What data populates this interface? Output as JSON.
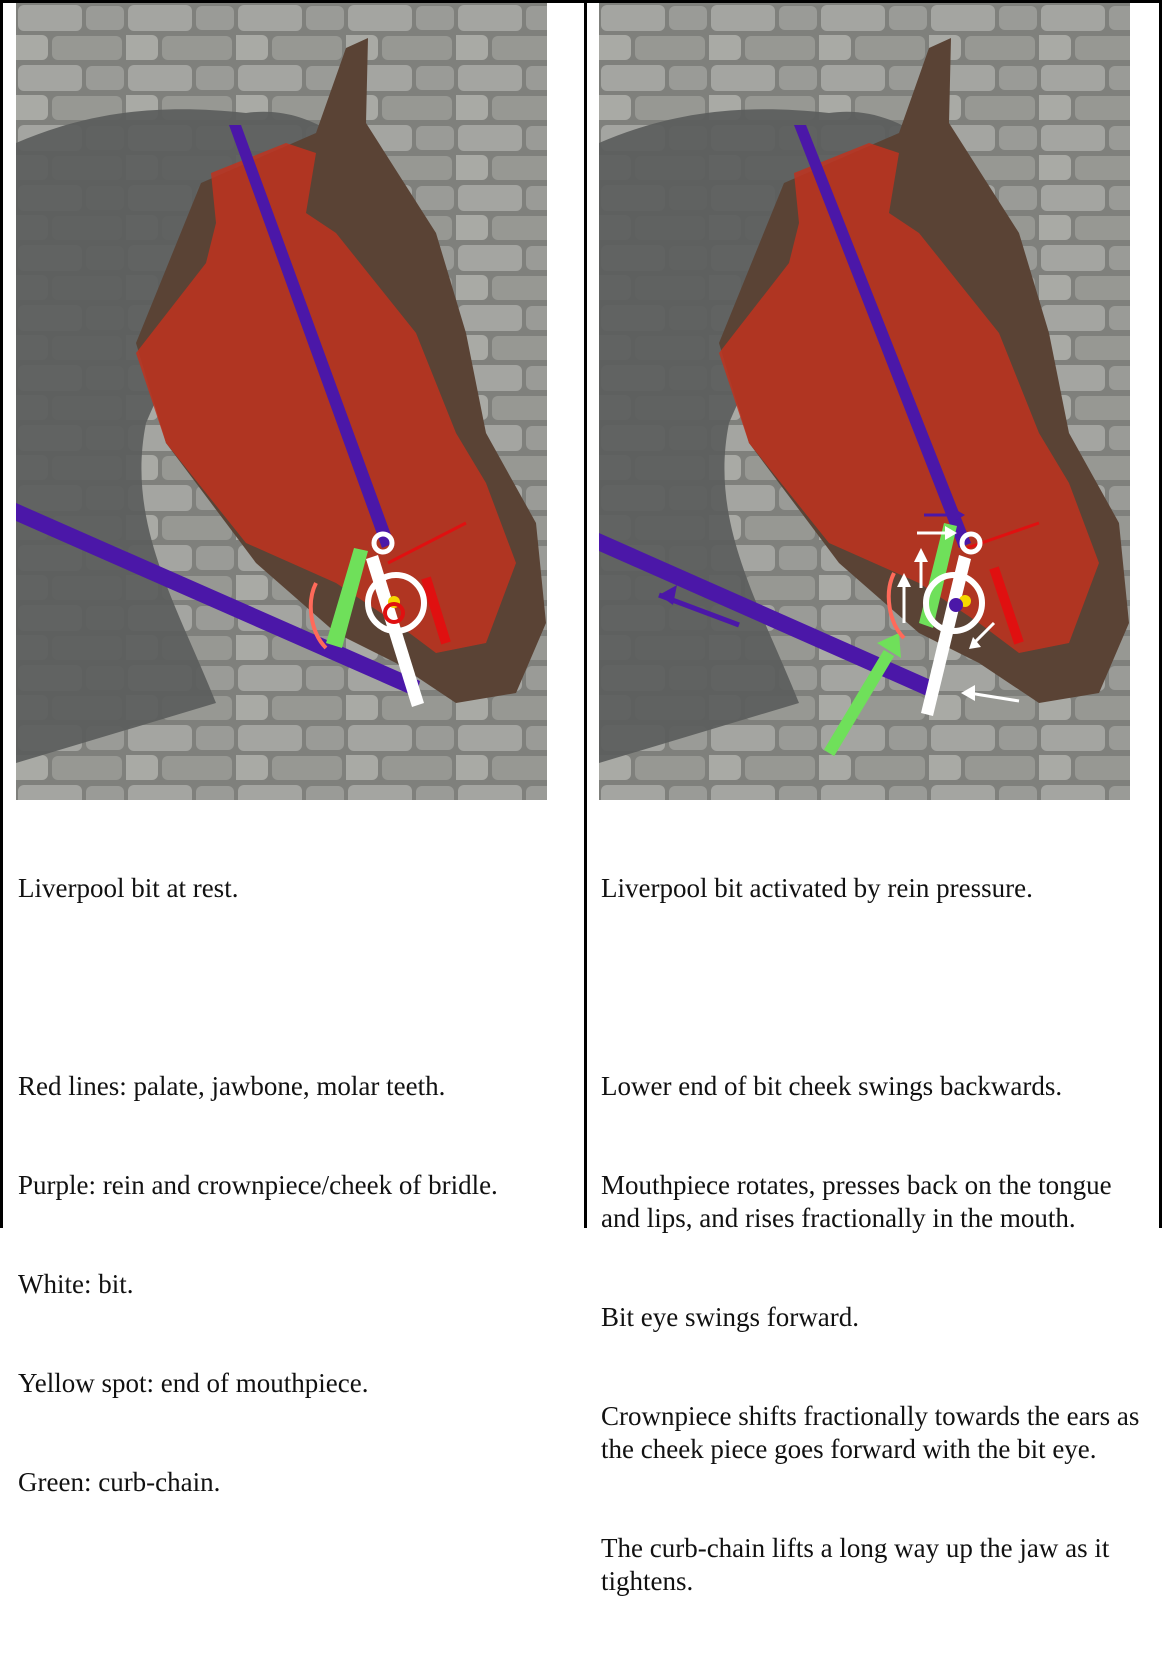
{
  "panels": [
    {
      "title": "Liverpool bit at rest.",
      "lines": [
        "Red lines: palate, jawbone, molar teeth.",
        "Purple: rein and crownpiece/cheek of bridle.",
        "White: bit.",
        "Yellow spot: end of mouthpiece.",
        "Green: curb-chain."
      ]
    },
    {
      "title": "Liverpool bit activated by rein pressure.",
      "lines": [
        "Lower end of bit cheek swings backwards.",
        "Mouthpiece rotates, presses back on the tongue and lips, and rises fractionally in the mouth.",
        "Bit eye swings forward.",
        "Crownpiece shifts fractionally towards the ears as the cheek piece goes forward with the bit eye.",
        "The curb-chain lifts a long way up the jaw as it tightens."
      ]
    }
  ],
  "colors": {
    "skull_overlay": "#c0321f",
    "rein_purple": "#4b17a8",
    "bit_white": "#ffffff",
    "mouthpiece_yellow": "#f5d800",
    "curb_chain_green": "#6fe05a",
    "wall_grey": "#8e8f8c"
  }
}
